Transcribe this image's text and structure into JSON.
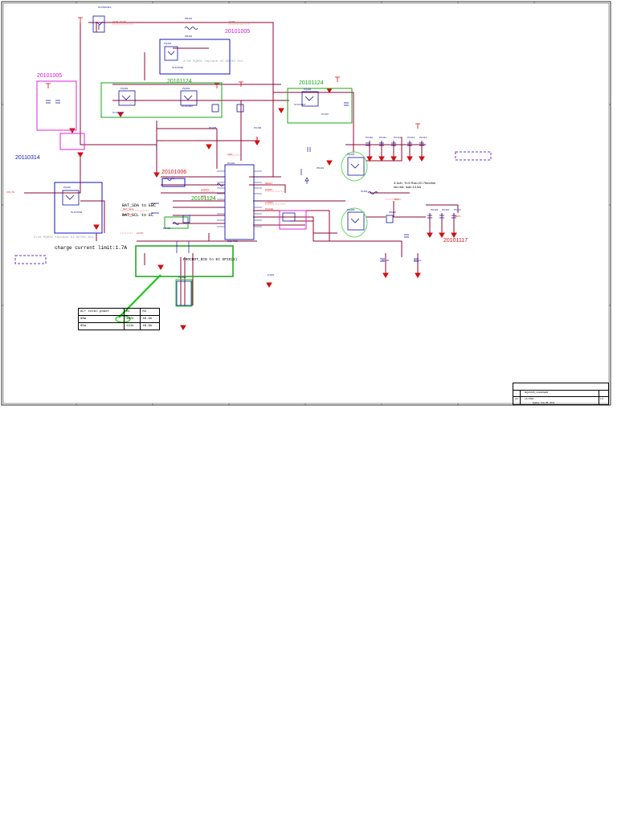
{
  "revision_stamps": {
    "stamp_1": "20101005",
    "stamp_2": "20101005",
    "stamp_3": "20101124",
    "stamp_4": "20101124",
    "stamp_5": "20110314",
    "stamp_6": "20101006",
    "stamp_7": "20101124",
    "stamp_8": "20101117"
  },
  "notes": {
    "replace_top": "2/16 PQ001 replace SI.SE702.311",
    "replace_left": "2/16 PQ001 replace SI.SE702.311",
    "charge_limit": "charge current limit:1.7A",
    "bat_sda": "BAT_SDA to EBC",
    "bat_scl": "BAT_SCL to EC",
    "prochot": "PROCHOT_ECN to EC GPIO(2)",
    "inductor": "3.3uH, Ti=5 Rdc=20.75mohm Idc=6A, Isat=13.5A"
  },
  "ac_table": {
    "header": [
      "AC+ total power",
      "R1",
      "R2"
    ],
    "rows": [
      [
        "90w",
        "187k",
        "49.9k"
      ],
      [
        "65w",
        "121k",
        "49.9k"
      ]
    ]
  },
  "title_block": {
    "sheet_title": "BQ24725_CHARGER",
    "size_label": "A3",
    "doc_label": "LA-7301",
    "rev": "1.0",
    "date": "Friday, July 08, 2011"
  },
  "colors": {
    "wire": "#8b0a33",
    "component": "#1414a0",
    "label_red": "#e02020",
    "green_box": "#18a418",
    "magenta_box": "#e020e0",
    "blue_box": "#1414c8",
    "stamp_green": "#14a014",
    "stamp_magenta": "#d414d4",
    "stamp_red": "#e01010",
    "stamp_blue": "#1414c8",
    "stamp_lightgreen": "#5cdc5c"
  }
}
